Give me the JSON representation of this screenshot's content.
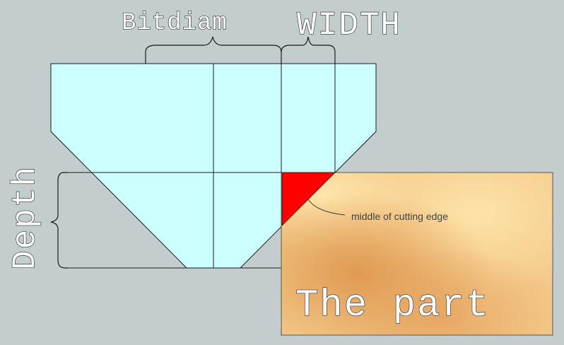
{
  "labels": {
    "bitdiam": "Bitdiam",
    "width": "WIDTH",
    "depth": "Depth",
    "annotation": "middle of cutting edge",
    "part": "The part"
  },
  "colors": {
    "background": "#c4cdcd",
    "bit_fill": "#ccffff",
    "cut_fill": "#ff0000",
    "part_fill": "#f3c98a",
    "line": "#1a1a1a"
  }
}
